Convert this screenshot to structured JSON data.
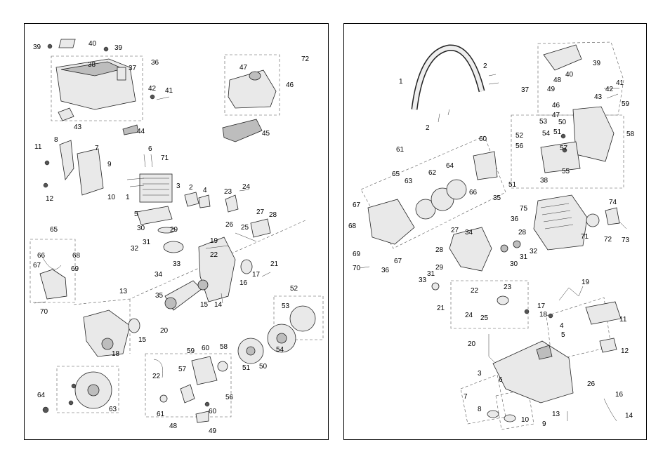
{
  "left_panel": {
    "labels": [
      "39",
      "40",
      "39",
      "38",
      "37",
      "36",
      "42",
      "41",
      "43",
      "44",
      "47",
      "72",
      "46",
      "45",
      "8",
      "7",
      "6",
      "71",
      "11",
      "9",
      "10",
      "1",
      "3",
      "2",
      "4",
      "12",
      "23",
      "24",
      "5",
      "30",
      "29",
      "27",
      "28",
      "26",
      "25",
      "65",
      "32",
      "31",
      "19",
      "66",
      "68",
      "67",
      "69",
      "34",
      "33",
      "22",
      "17",
      "21",
      "35",
      "16",
      "13",
      "15",
      "14",
      "70",
      "52",
      "53",
      "20",
      "18",
      "15",
      "59",
      "60",
      "58",
      "57",
      "51",
      "50",
      "54",
      "22",
      "64",
      "61",
      "63",
      "60",
      "56",
      "48",
      "49"
    ]
  },
  "right_panel": {
    "labels": [
      "2",
      "1",
      "39",
      "37",
      "40",
      "48",
      "49",
      "42",
      "41",
      "43",
      "59",
      "46",
      "47",
      "50",
      "58",
      "2",
      "53",
      "52",
      "54",
      "51",
      "57",
      "56",
      "55",
      "51",
      "38",
      "61",
      "60",
      "64",
      "62",
      "65",
      "63",
      "66",
      "35",
      "36",
      "75",
      "67",
      "68",
      "74",
      "27",
      "34",
      "28",
      "69",
      "70",
      "36",
      "67",
      "29",
      "31",
      "71",
      "72",
      "73",
      "33",
      "28",
      "30",
      "31",
      "32",
      "19",
      "22",
      "23",
      "21",
      "24",
      "25",
      "17",
      "18",
      "4",
      "5",
      "11",
      "20",
      "12",
      "3",
      "6",
      "26",
      "16",
      "7",
      "8",
      "10",
      "9",
      "13",
      "14"
    ]
  },
  "colors": {
    "border": "#000000",
    "line": "#222222",
    "fill": "#e9e9e9"
  }
}
